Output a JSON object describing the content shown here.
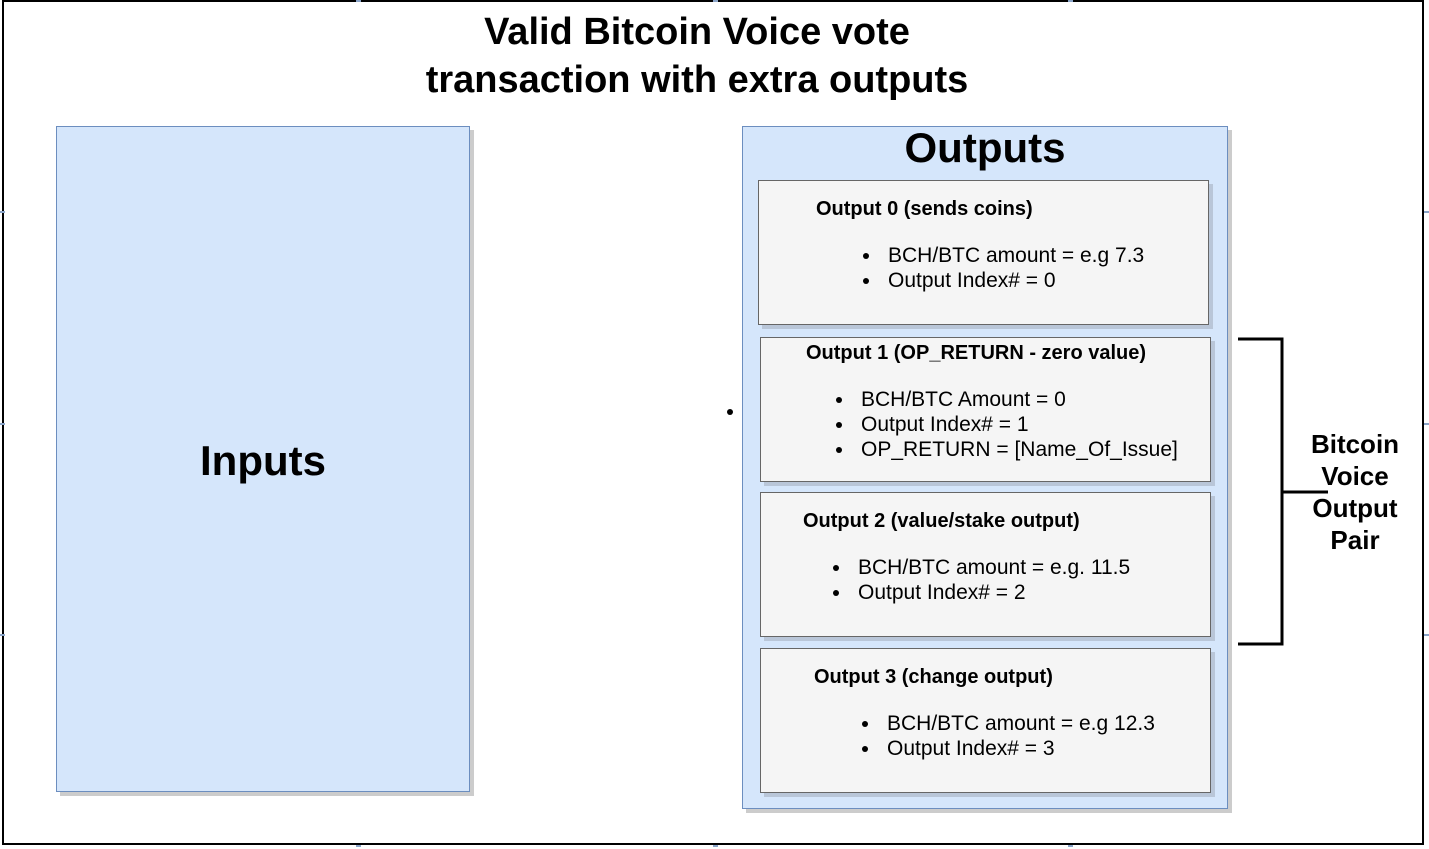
{
  "diagram": {
    "title_lines": [
      "Valid Bitcoin Voice vote",
      "transaction with extra outputs"
    ],
    "inputs_label": "Inputs",
    "outputs_label": "Outputs",
    "outputs": [
      {
        "heading": "Output 0 (sends coins)",
        "items": [
          "BCH/BTC amount = e.g 7.3",
          "Output Index# = 0"
        ]
      },
      {
        "heading": "Output 1 (OP_RETURN - zero value)",
        "items": [
          "BCH/BTC Amount = 0",
          "Output Index# = 1",
          "OP_RETURN = [Name_Of_Issue]"
        ]
      },
      {
        "heading": "Output 2 (value/stake output)",
        "items": [
          "BCH/BTC amount = e.g. 11.5",
          "Output Index# = 2"
        ]
      },
      {
        "heading": "Output 3 (change output)",
        "items": [
          "BCH/BTC amount = e.g 12.3",
          "Output Index# = 3"
        ]
      }
    ],
    "pair_label_lines": [
      "Bitcoin",
      "Voice",
      "Output",
      "Pair"
    ],
    "colors": {
      "container_fill": "#d5e6fb",
      "container_border": "#6c8ebf",
      "card_fill": "#f5f5f5",
      "card_border": "#666666"
    }
  }
}
